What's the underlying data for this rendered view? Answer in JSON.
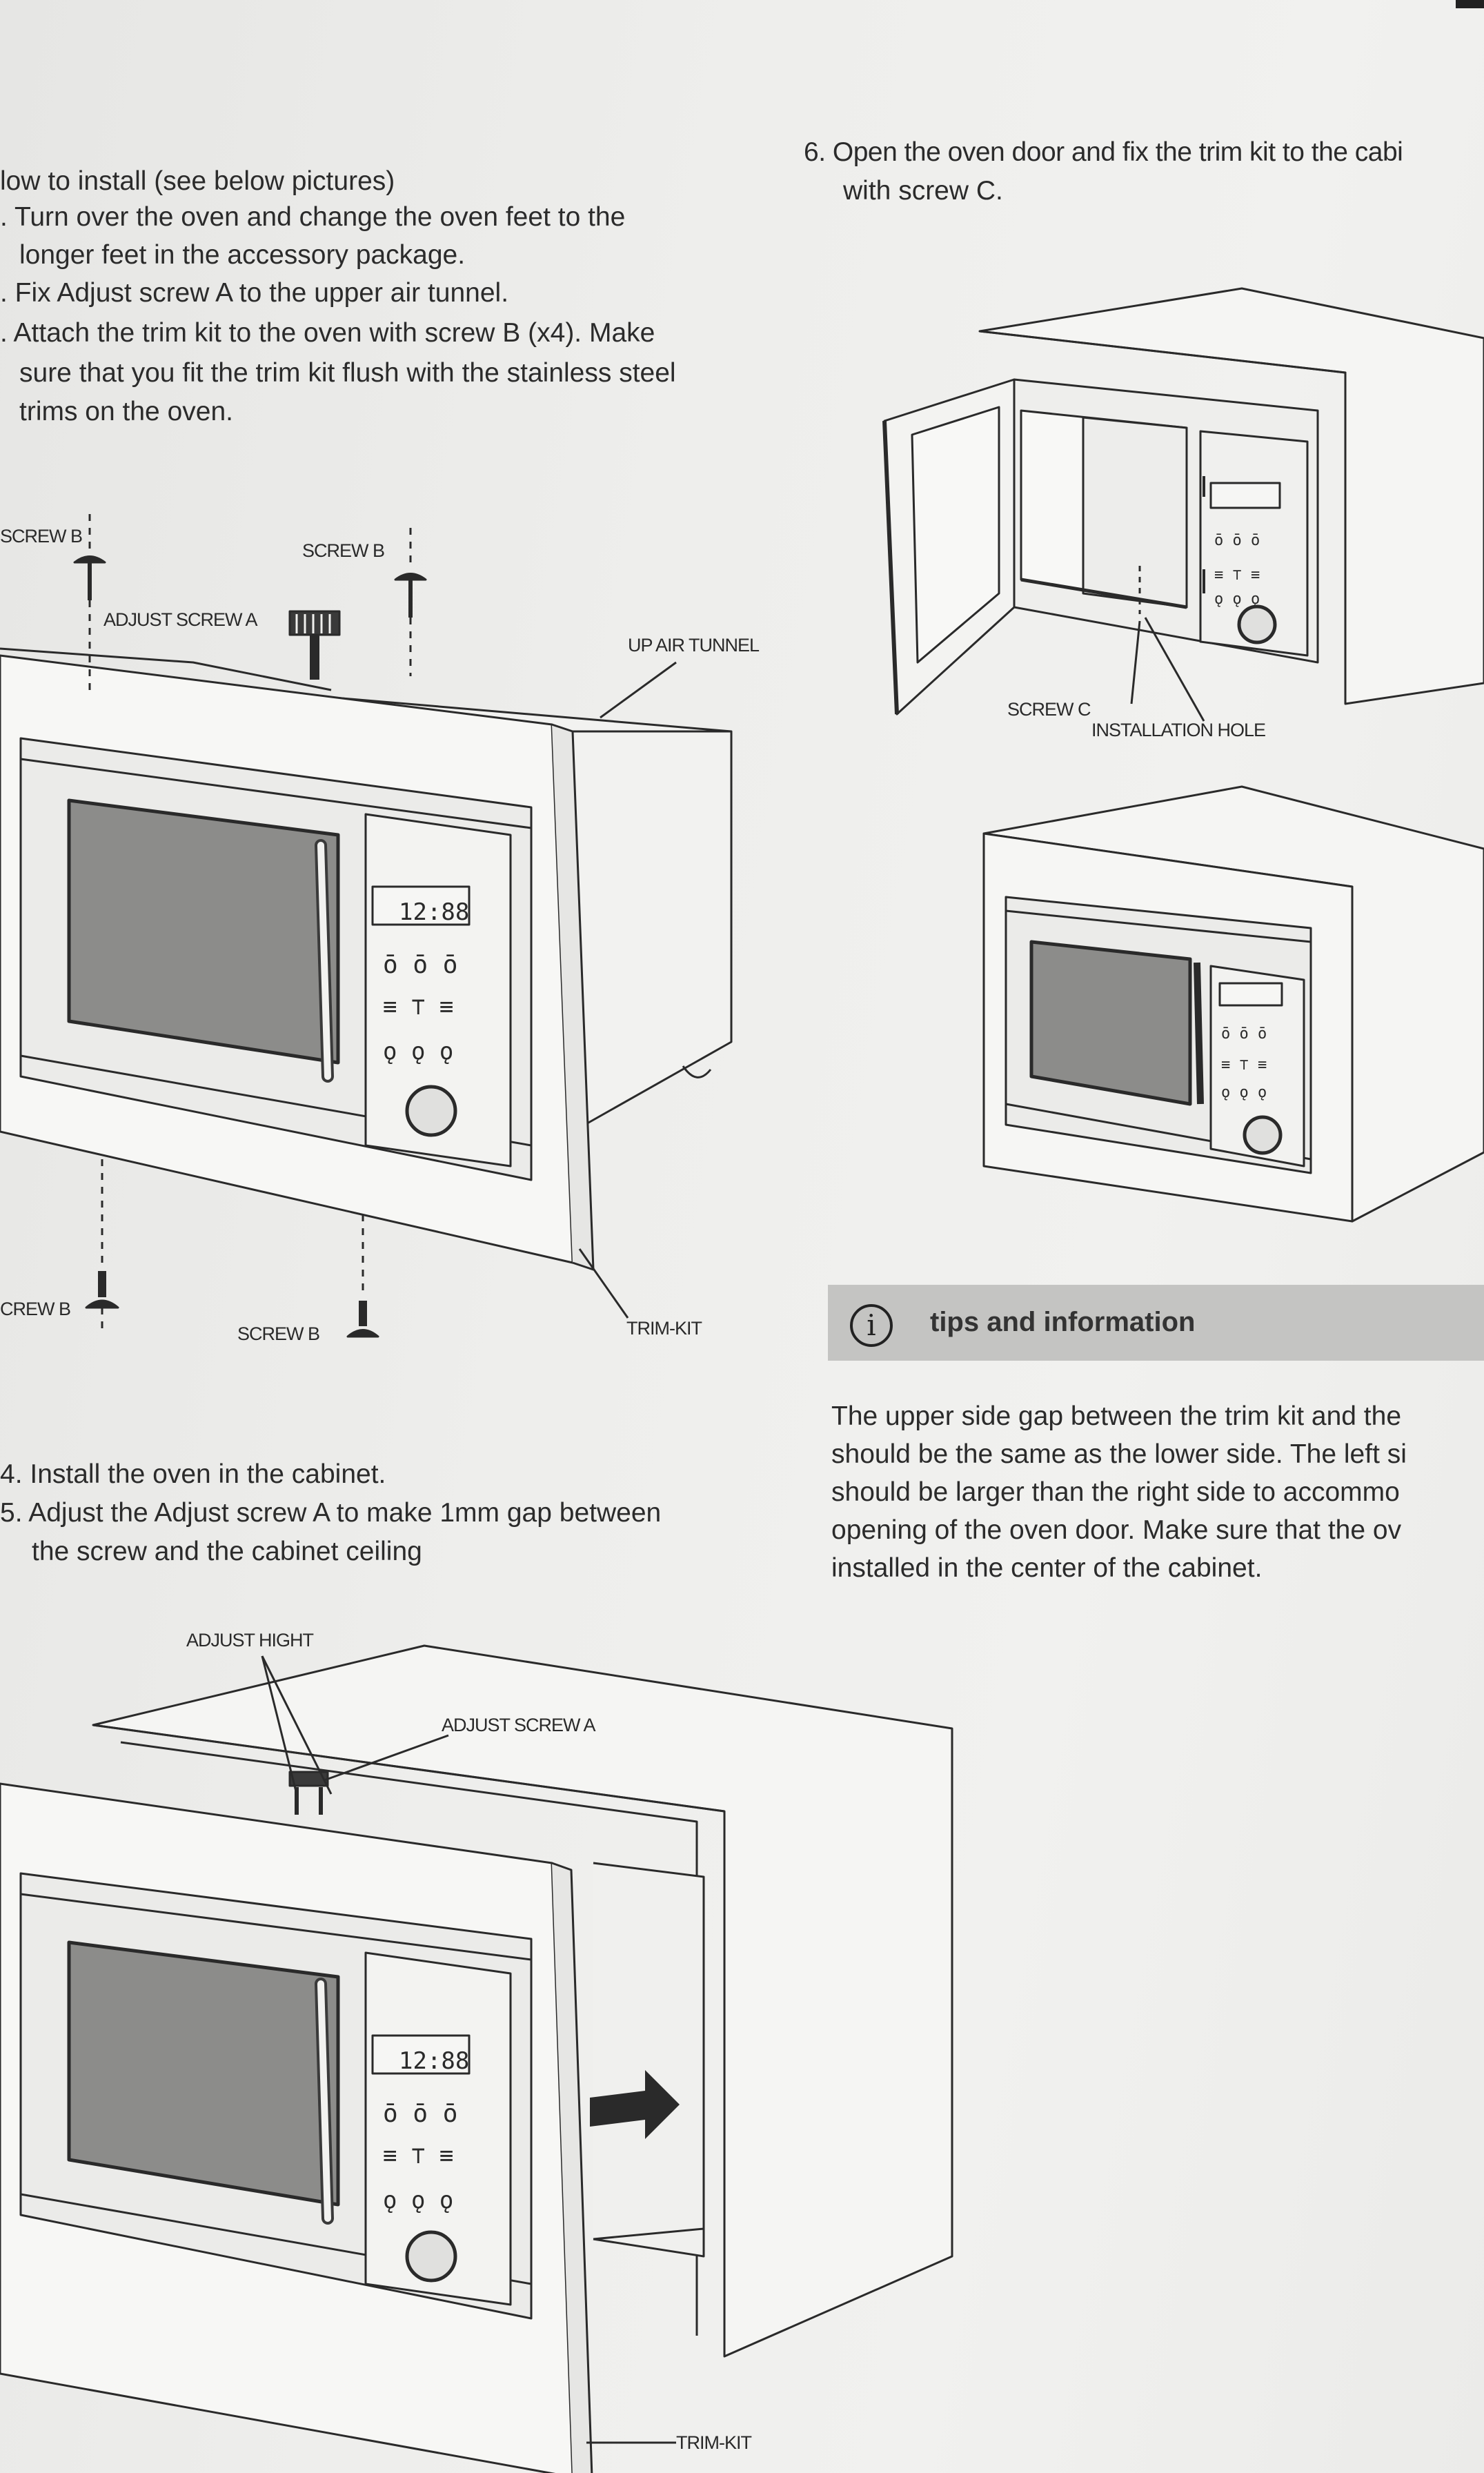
{
  "left_column": {
    "heading": "low to install (see below pictures)",
    "steps_1_3": [
      ". Turn over the oven and change the oven feet to the",
      "longer feet in the accessory package.",
      ". Fix Adjust screw A to the upper air tunnel.",
      ". Attach the trim kit to the oven with screw B (x4). Make",
      "sure that you fit the trim kit flush with the stainless steel",
      "trims on the oven."
    ],
    "steps_4_5": [
      "4. Install the oven in the cabinet.",
      "5. Adjust the Adjust screw A to make 1mm gap between",
      "the screw and the cabinet ceiling"
    ]
  },
  "right_column": {
    "step_6": [
      "6. Open the oven door and fix the trim kit to the cabi",
      "with screw C."
    ],
    "tips": {
      "icon": "info-icon",
      "icon_glyph": "i",
      "title": "tips and information",
      "body": [
        "The upper side gap between the trim kit and the",
        "should be the same as the lower side. The left si",
        "should be larger than the right side to accommo",
        "opening of the oven door. Make sure that the ov",
        "installed in the center of the cabinet."
      ]
    }
  },
  "figure1": {
    "labels": {
      "screw_b_top_left": "SCREW B",
      "screw_b_top_mid": "SCREW B",
      "adjust_screw_a": "ADJUST SCREW A",
      "up_air_tunnel": "UP AIR TUNNEL",
      "screw_b_bottom_left": "CREW B",
      "screw_b_bottom_mid": "SCREW B",
      "trim_kit": "TRIM-KIT"
    },
    "display": "12:88"
  },
  "figure2": {
    "labels": {
      "screw_c": "SCREW C",
      "installation_hole": "INSTALLATION HOLE"
    }
  },
  "figure3": {
    "labels": {
      "adjust_hight": "ADJUST HIGHT",
      "adjust_screw_a": "ADJUST SCREW A",
      "trim_kit": "TRIM-KIT"
    },
    "display": "12:88"
  }
}
